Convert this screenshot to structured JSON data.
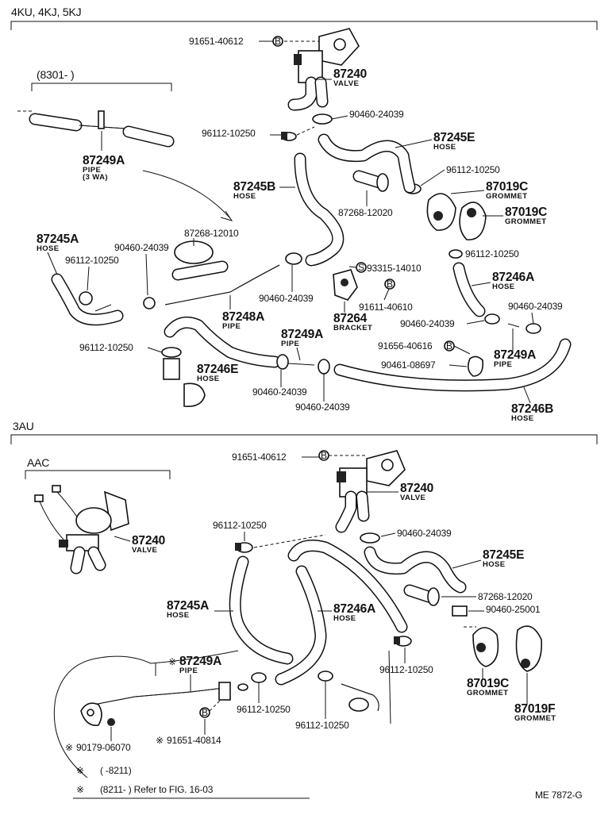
{
  "sections": {
    "top": "4KU, 4KJ, 5KJ",
    "bottom": "3AU",
    "top_inset": "(8301-        )",
    "bottom_inset": "AAC"
  },
  "top_parts": {
    "p1": {
      "pn": "91651-40612"
    },
    "p2": {
      "pn": "87240",
      "sub": "VALVE"
    },
    "p3": {
      "pn": "90460-24039"
    },
    "p4": {
      "pn": "96112-10250"
    },
    "p5": {
      "pn": "87245E",
      "sub": "HOSE"
    },
    "p6": {
      "pn": "96112-10250"
    },
    "p7": {
      "pn": "87019C",
      "sub": "GROMMET"
    },
    "p8": {
      "pn": "87019C",
      "sub": "GROMMET"
    },
    "p9": {
      "pn": "87268-12020"
    },
    "p10": {
      "pn": "87245B",
      "sub": "HOSE"
    },
    "p11": {
      "pn": "87249A",
      "sub": "PIPE",
      "sub2": "(3 WA)"
    },
    "p12": {
      "pn": "87268-12010"
    },
    "p13": {
      "pn": "87245A",
      "sub": "HOSE"
    },
    "p14": {
      "pn": "90460-24039"
    },
    "p15": {
      "pn": "96112-10250"
    },
    "p16": {
      "pn": "93315-14010"
    },
    "p17": {
      "pn": "96112-10250"
    },
    "p18": {
      "pn": "87246A",
      "sub": "HOSE"
    },
    "p19": {
      "pn": "90460-24039"
    },
    "p20": {
      "pn": "91611-40610"
    },
    "p21": {
      "pn": "87248A",
      "sub": "PIPE"
    },
    "p22": {
      "pn": "87264",
      "sub": "BRACKET"
    },
    "p23": {
      "pn": "90460-24039"
    },
    "p24": {
      "pn": "90460-24039"
    },
    "p25": {
      "pn": "96112-10250"
    },
    "p26": {
      "pn": "87249A",
      "sub": "PIPE"
    },
    "p27": {
      "pn": "91656-40616"
    },
    "p28": {
      "pn": "87249A",
      "sub": "PIPE"
    },
    "p29": {
      "pn": "87246E",
      "sub": "HOSE"
    },
    "p30": {
      "pn": "90461-08697"
    },
    "p31": {
      "pn": "90460-24039"
    },
    "p32": {
      "pn": "90460-24039"
    },
    "p33": {
      "pn": "87246B",
      "sub": "HOSE"
    }
  },
  "bottom_parts": {
    "q1": {
      "pn": "91651-40612"
    },
    "q2": {
      "pn": "87240",
      "sub": "VALVE"
    },
    "q3": {
      "pn": "87240",
      "sub": "VALVE"
    },
    "q4": {
      "pn": "96112-10250"
    },
    "q5": {
      "pn": "90460-24039"
    },
    "q6": {
      "pn": "87245E",
      "sub": "HOSE"
    },
    "q7": {
      "pn": "87268-12020"
    },
    "q8": {
      "pn": "87245A",
      "sub": "HOSE"
    },
    "q9": {
      "pn": "87246A",
      "sub": "HOSE"
    },
    "q10": {
      "pn": "90460-25001"
    },
    "q11": {
      "pn": "96112-10250"
    },
    "q12": {
      "pn": "87249A",
      "sub": "PIPE"
    },
    "q13": {
      "pn": "96112-10250"
    },
    "q14": {
      "pn": "96112-10250"
    },
    "q15": {
      "pn": "87019C",
      "sub": "GROMMET"
    },
    "q16": {
      "pn": "87019F",
      "sub": "GROMMET"
    },
    "q17": {
      "pn": "90179-06070"
    },
    "q18": {
      "pn": "91651-40814"
    }
  },
  "symbols": {
    "bolt": "B",
    "screw": "S",
    "note": "※"
  },
  "notes": {
    "n1": "(       -8211)",
    "n2": "(8211-       ) Refer to FIG. 16-03"
  },
  "figure_code": "ME 7872-G"
}
